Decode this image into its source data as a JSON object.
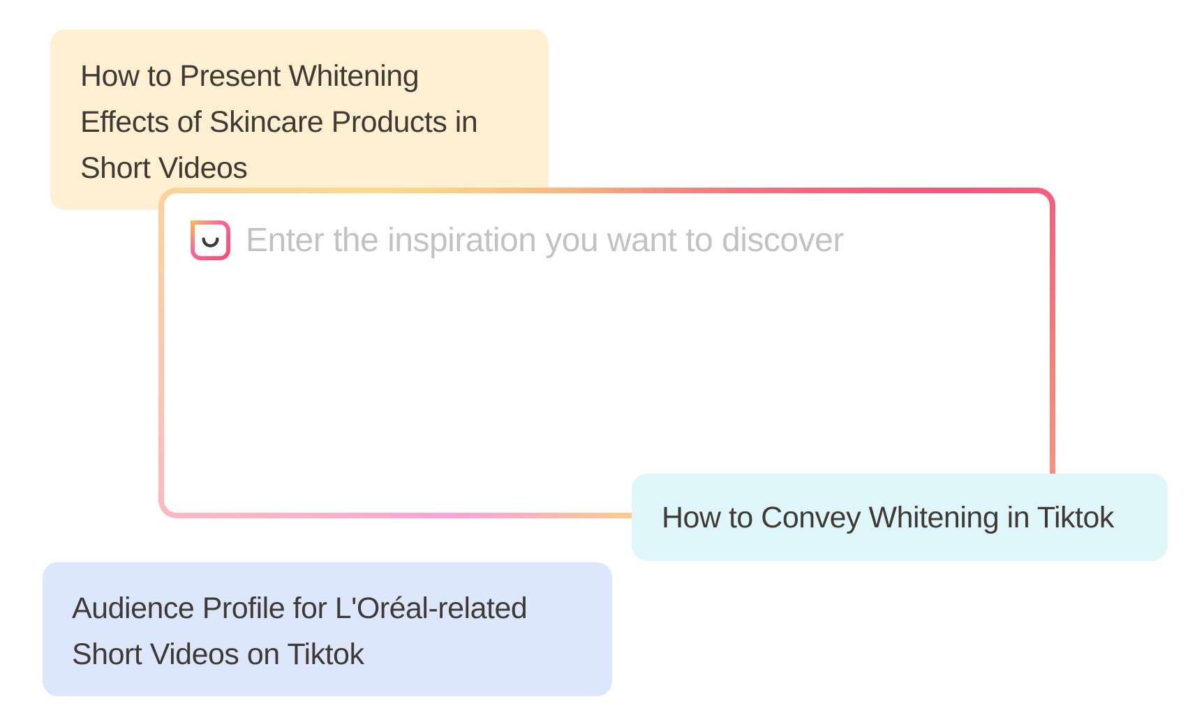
{
  "suggestions": [
    {
      "text": "How to Present Whitening Effects of Skincare Products in Short Videos",
      "color": "#fef0d1"
    },
    {
      "text": "How to Convey Whitening in Tiktok",
      "color": "#dff6fb"
    },
    {
      "text": "Audience Profile for L'Oréal-related Short Videos on Tiktok",
      "color": "#dce6fd"
    }
  ],
  "input": {
    "placeholder": "Enter the inspiration you want to discover",
    "value": "",
    "icon": "smile-face-icon"
  }
}
